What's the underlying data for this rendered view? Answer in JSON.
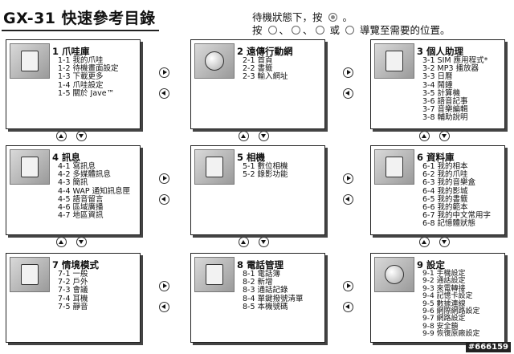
{
  "title": "GX-31 快速參考目錄",
  "instructions": {
    "line1_pre": "待機狀態下，按",
    "line1_post": "。",
    "line2_pre": "按",
    "line2_sep1": "、",
    "line2_sep2": "、",
    "line2_or": "或",
    "line2_post": "導覽至需要的位置。"
  },
  "menus": [
    {
      "heading": "1 爪哇庫",
      "items": [
        "1-1 我的爪哇",
        "1-2 待機畫面設定",
        "1-3 下載更多",
        "1-4 爪哇設定",
        "1-5 關於 Jave™"
      ]
    },
    {
      "heading": "2 遠傳行動網",
      "items": [
        "2-1 首頁",
        "2-2 書籤",
        "2-3 輸入網址"
      ]
    },
    {
      "heading": "3 個人助理",
      "items": [
        "3-1 SIM 應用程式*",
        "3-2 MP3 播放器",
        "3-3 日曆",
        "3-4 鬧鐘",
        "3-5 計算機",
        "3-6 語音記事",
        "3-7 音樂編輯",
        "3-8 輔助說明"
      ]
    },
    {
      "heading": "4 訊息",
      "items": [
        "4-1 寫訊息",
        "4-2 多媒體訊息",
        "4-3 簡訊",
        "4-4 WAP 通知訊息匣",
        "4-5 語音留言",
        "4-6 區域廣播",
        "4-7 地區資訊"
      ]
    },
    {
      "heading": "5 相機",
      "items": [
        "5-1 數位相機",
        "5-2 錄影功能"
      ]
    },
    {
      "heading": "6 資料庫",
      "items": [
        "6-1 我的相本",
        "6-2 我的爪哇",
        "6-3 我的音樂盒",
        "6-4 我的影城",
        "6-5 我的書籤",
        "6-6 我的範本",
        "6-7 我的中文常用字",
        "6-8 記憶體狀態"
      ]
    },
    {
      "heading": "7 情境模式",
      "items": [
        "7-1 一般",
        "7-2 戶外",
        "7-3 會議",
        "7-4 耳機",
        "7-5 靜音"
      ]
    },
    {
      "heading": "8 電話管理",
      "items": [
        "8-1 電話簿",
        "8-2 新增",
        "8-3 通話記錄",
        "8-4 單鍵撥號清單",
        "8-5 本機號碼"
      ]
    },
    {
      "heading": "9 設定",
      "items": [
        "9-1 手機設定",
        "9-2 通話設定",
        "9-3 來電轉接",
        "9-4 記憶卡設定",
        "9-5 數據連線",
        "9-6 網際網路設定",
        "9-7 網路設定",
        "9-8 安全鎖",
        "9-9 恢復原廠設定"
      ]
    }
  ],
  "watermark": "#666159",
  "icons": [
    "java-icon",
    "web-icon",
    "organizer-icon",
    "message-icon",
    "camera-icon",
    "media-icon",
    "profile-icon",
    "phonebook-icon",
    "settings-icon"
  ]
}
